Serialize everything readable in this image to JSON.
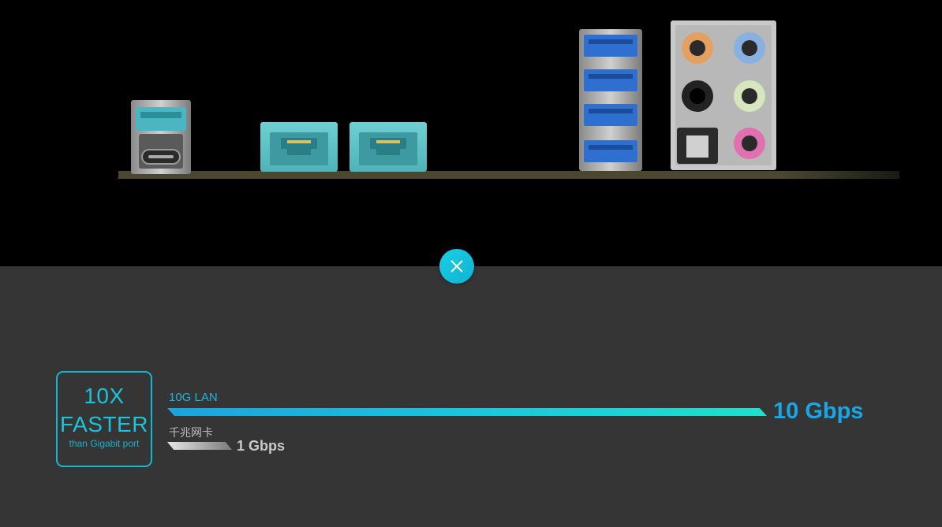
{
  "badge": {
    "line1": "10X",
    "line2": "FASTER",
    "line3": "than Gigabit port"
  },
  "comparison": {
    "fast_label": "10G LAN",
    "fast_value": "10 Gbps",
    "fast_level": 1.0,
    "slow_label": "千兆网卡",
    "slow_value": "1 Gbps",
    "slow_level": 0.1
  },
  "colors": {
    "accent": "#1cc3d9",
    "bar_blue": "#19a3e0",
    "bar_teal": "#1fe0cc",
    "slow_bar": "#9a9a9a",
    "panel_bg": "#353535"
  },
  "icons": {
    "close": "close-icon"
  }
}
